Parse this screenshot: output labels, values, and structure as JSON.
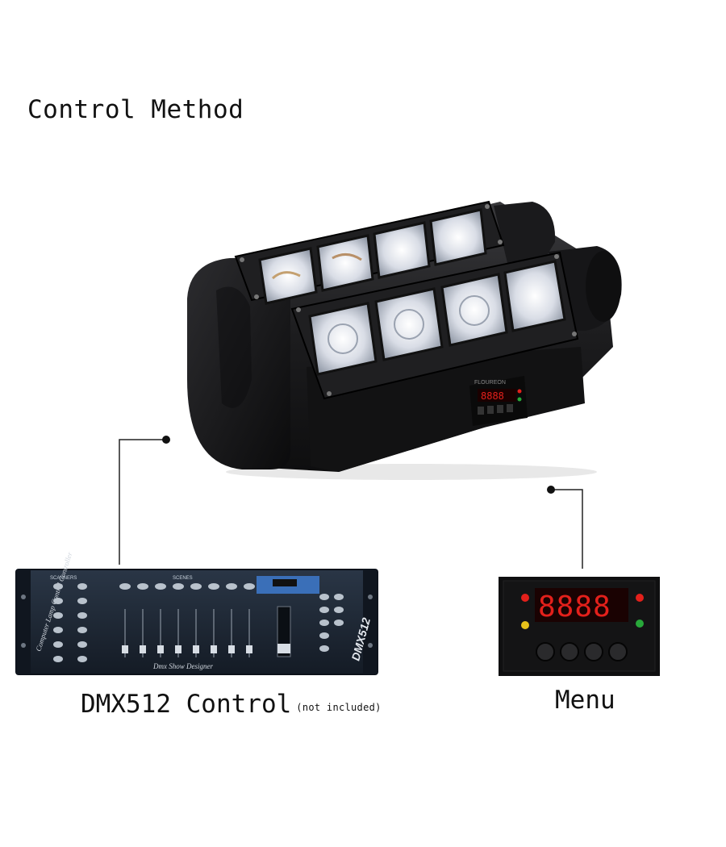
{
  "title": "Control Method",
  "product": {
    "brand_label": "FLOUREON",
    "display_digits": "8888"
  },
  "dmx_console": {
    "side_label": "DMX512",
    "left_label": "Computer Lamp Control Controller",
    "bottom_label": "Dmx Show Designer",
    "scanners_label": "SCANNERS",
    "scenes_label": "SCENES"
  },
  "menu_panel": {
    "display_digits": "8888"
  },
  "captions": {
    "dmx": "DMX512 Control",
    "dmx_note": "(not included)",
    "menu": "Menu"
  },
  "colors": {
    "fixture_body": "#1c1c1e",
    "display_red": "#e3201b",
    "led_yellow": "#e8c21a",
    "led_green": "#28a83a",
    "console_panel": "#1e2a3a"
  }
}
